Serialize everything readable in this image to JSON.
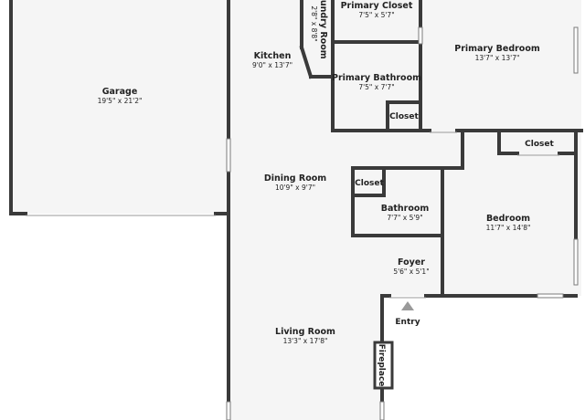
{
  "plan": {
    "colors": {
      "wall": "#3a3a3a",
      "floor": "#f5f5f5",
      "text": "#222222",
      "window": "#ffffff"
    },
    "rooms": {
      "garage": {
        "name": "Garage",
        "dims": "19'5\" x 21'2\""
      },
      "laundry": {
        "name": "Laundry Room",
        "dims": "2'8\" x 8'8\""
      },
      "primary_closet": {
        "name": "Primary Closet",
        "dims": "7'5\" x 5'7\""
      },
      "primary_bedroom": {
        "name": "Primary Bedroom",
        "dims": "13'7\" x 13'7\""
      },
      "kitchen": {
        "name": "Kitchen",
        "dims": "9'0\" x 13'7\""
      },
      "primary_bathroom": {
        "name": "Primary Bathroom",
        "dims": "7'5\" x 7'7\""
      },
      "closet_bath": {
        "name": "Closet"
      },
      "closet_bedroom": {
        "name": "Closet"
      },
      "closet_hall": {
        "name": "Closet"
      },
      "dining": {
        "name": "Dining Room",
        "dims": "10'9\" x 9'7\""
      },
      "bathroom": {
        "name": "Bathroom",
        "dims": "7'7\" x 5'9\""
      },
      "bedroom": {
        "name": "Bedroom",
        "dims": "11'7\" x 14'8\""
      },
      "foyer": {
        "name": "Foyer",
        "dims": "5'6\" x 5'1\""
      },
      "living": {
        "name": "Living Room",
        "dims": "13'3\" x 17'8\""
      }
    },
    "entry_label": "Entry",
    "fireplace_label": "Fireplace",
    "entry_icon": "triangle-up-icon"
  }
}
